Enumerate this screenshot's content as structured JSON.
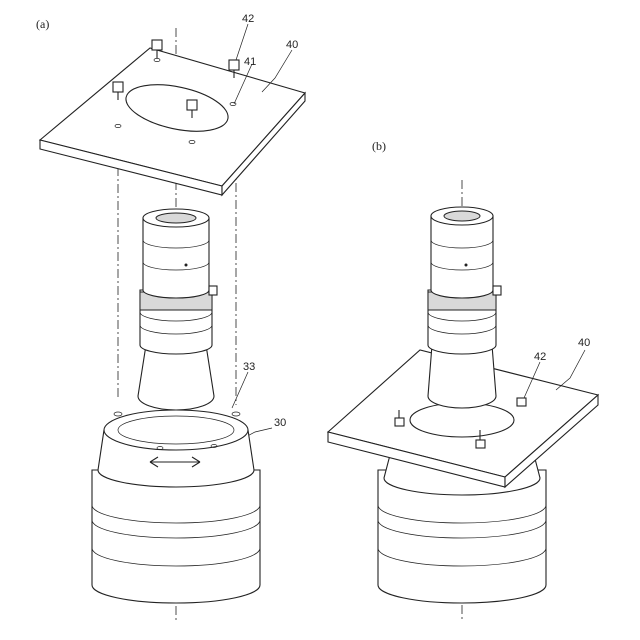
{
  "figure": {
    "panel_a": "(a)",
    "panel_b": "(b)",
    "labels_a": {
      "screw": "42",
      "hole": "41",
      "plate": "40",
      "pin": "33",
      "mount": "30"
    },
    "labels_b": {
      "screw": "42",
      "plate": "40"
    }
  }
}
